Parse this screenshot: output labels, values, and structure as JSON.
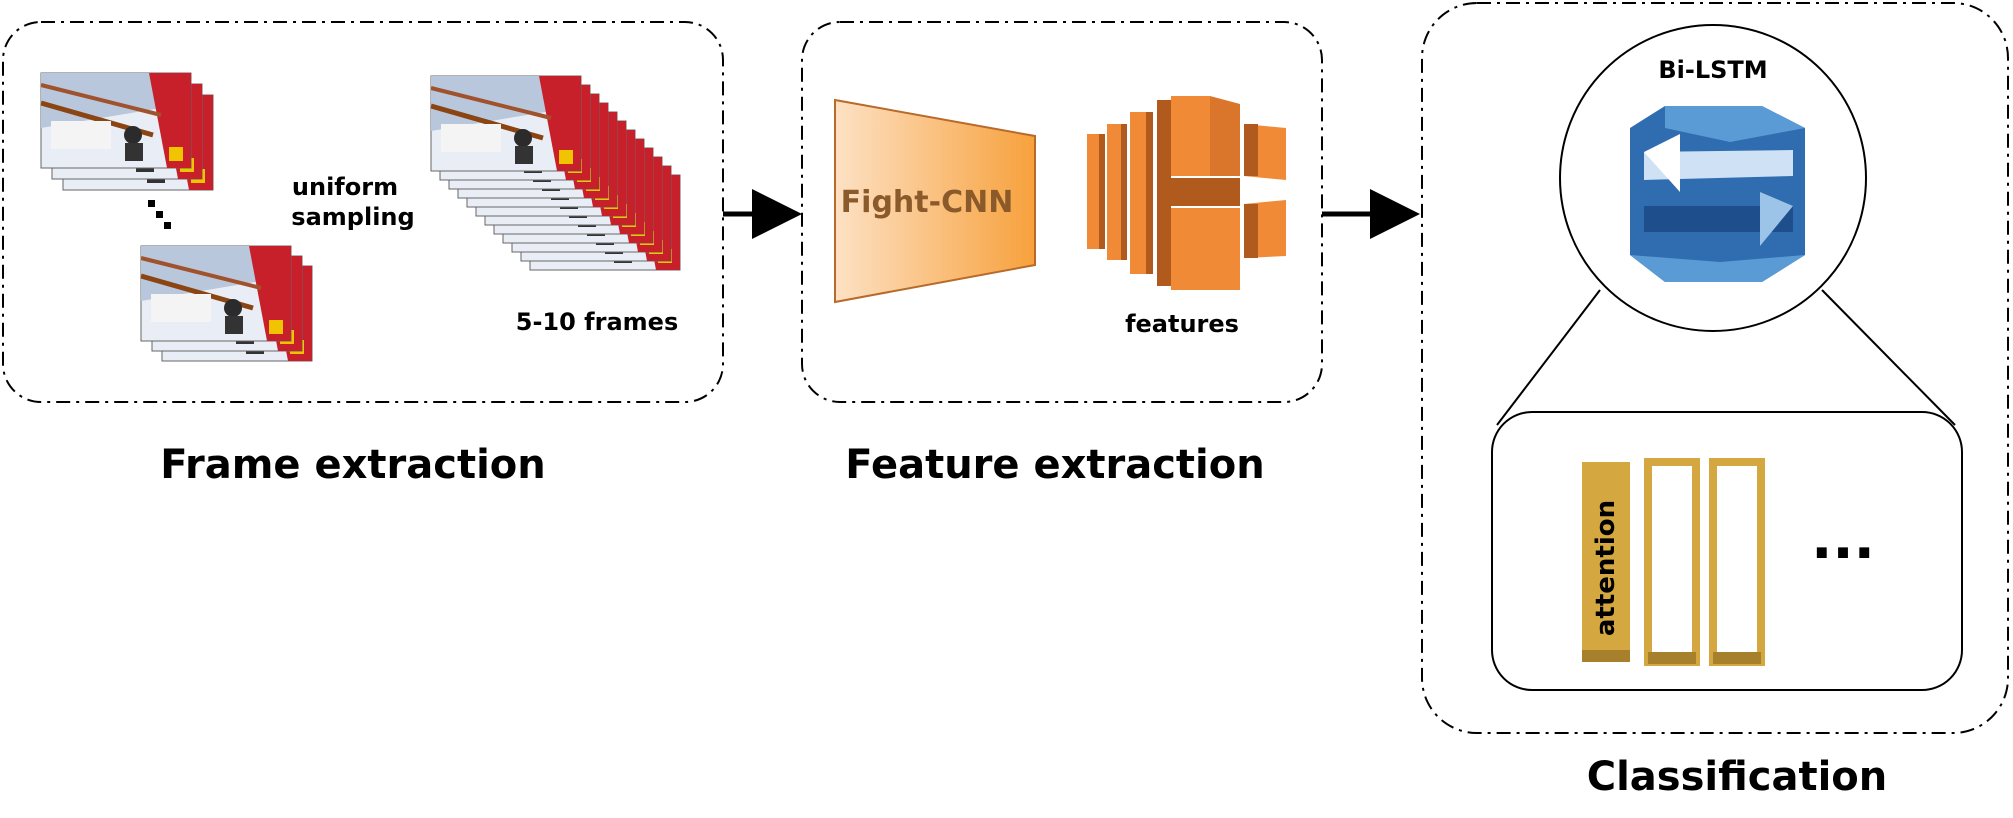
{
  "panels": {
    "frame_extraction": {
      "caption": "Frame extraction",
      "sampling_label_line1": "uniform",
      "sampling_label_line2": "sampling",
      "frames_label": "5-10 frames"
    },
    "feature_extraction": {
      "caption": "Feature extraction",
      "cnn_label": "Fight-CNN",
      "features_label": "features"
    },
    "classification": {
      "caption": "Classification",
      "model_label": "Bi-LSTM",
      "attention_label": "attention",
      "ellipsis": "..."
    }
  },
  "colors": {
    "cnn_orange": "#f5a04a",
    "cnn_text": "#8b5a2b",
    "feature_orange": "#f08a36",
    "feature_dark": "#b05a1e",
    "lstm_blue": "#2f6db0",
    "lstm_light": "#5b9bd5",
    "attention_gold": "#d4a741",
    "attention_dark": "#a6802a"
  },
  "icons": [
    "video-frame-icon",
    "cnn-trapezoid-icon",
    "features-stack-icon",
    "bi-lstm-icon",
    "attention-bar-icon"
  ]
}
